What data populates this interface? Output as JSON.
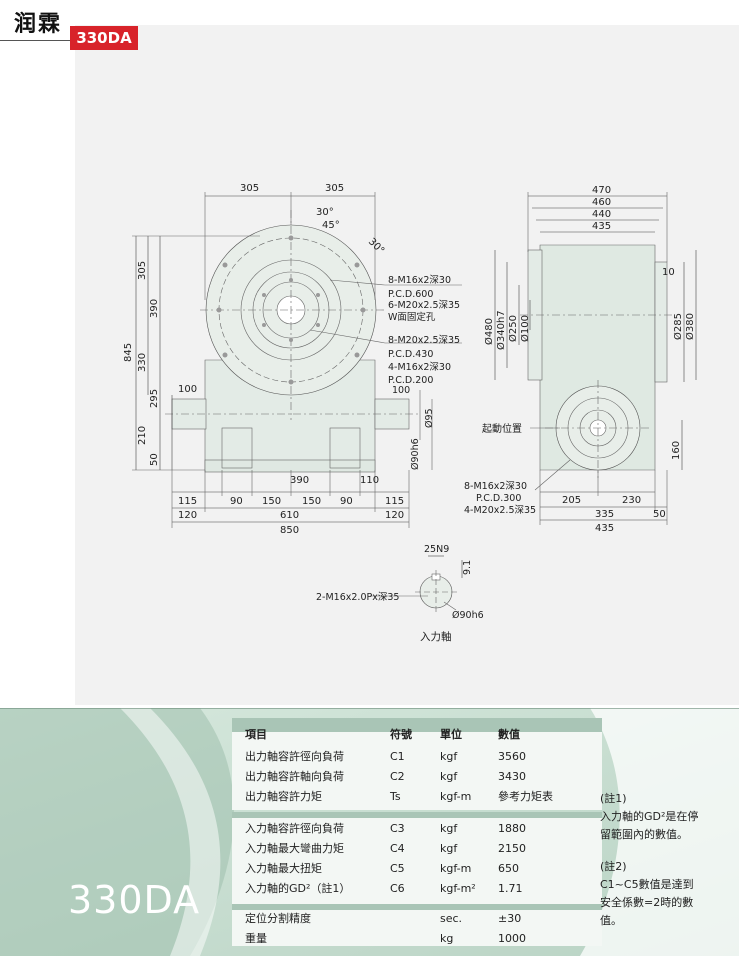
{
  "header": {
    "brand": "润霖",
    "model_tab": "330DA"
  },
  "front_view": {
    "top_dims": [
      "305",
      "305"
    ],
    "angles": [
      "30°",
      "45°",
      "30°"
    ],
    "left_dims": [
      "845",
      "305",
      "390",
      "330",
      "295",
      "210",
      "50"
    ],
    "shaft_dim": "100",
    "bottom_row1": [
      "115",
      "90",
      "150",
      "150",
      "90",
      "110",
      "115"
    ],
    "dim_390": "390",
    "bottom_row2": [
      "120",
      "610",
      "120"
    ],
    "bottom_total": "850",
    "callouts": [
      "8-M16x2深30",
      "P.C.D.600",
      "6-M20x2.5深35",
      "W面固定孔",
      "8-M20x2.5深35",
      "P.C.D.430",
      "4-M16x2深30",
      "P.C.D.200"
    ],
    "right_small": "100",
    "dia_95": "Ø95",
    "dia_90h6": "Ø90h6"
  },
  "side_view": {
    "top_dims": [
      "470",
      "460",
      "440",
      "435"
    ],
    "dim_10": "10",
    "left_dias": [
      "Ø480",
      "Ø340h7",
      "Ø250",
      "Ø100"
    ],
    "right_dias": [
      "Ø285",
      "Ø380"
    ],
    "start_label": "起動位置",
    "dim_160": "160",
    "callouts": [
      "8-M16x2深30",
      "P.C.D.300",
      "4-M20x2.5深35"
    ],
    "bottom_row": [
      "205",
      "230"
    ],
    "bottom_335": "335",
    "bottom_50": "50",
    "bottom_435": "435"
  },
  "shaft_detail": {
    "key": "25N9",
    "key_depth": "9.1",
    "thread": "2-M16x2.0Px深35",
    "dia": "Ø90h6",
    "label": "入力軸"
  },
  "spec": {
    "headers": {
      "item": "項目",
      "symbol": "符號",
      "unit": "單位",
      "value": "數值"
    },
    "rows": [
      {
        "item": "出力軸容許徑向負荷",
        "symbol": "C1",
        "unit": "kgf",
        "value": "3560"
      },
      {
        "item": "出力軸容許軸向負荷",
        "symbol": "C2",
        "unit": "kgf",
        "value": "3430"
      },
      {
        "item": "出力軸容許力矩",
        "symbol": "Ts",
        "unit": "kgf-m",
        "value": "參考力矩表"
      },
      {
        "item": "入力軸容許徑向負荷",
        "symbol": "C3",
        "unit": "kgf",
        "value": "1880"
      },
      {
        "item": "入力軸最大彎曲力矩",
        "symbol": "C4",
        "unit": "kgf",
        "value": "2150"
      },
      {
        "item": "入力軸最大扭矩",
        "symbol": "C5",
        "unit": "kgf-m",
        "value": "650"
      },
      {
        "item": "入力軸的GD²（註1）",
        "symbol": "C6",
        "unit": "kgf-m²",
        "value": "1.71"
      },
      {
        "item": "定位分割精度",
        "symbol": "",
        "unit": "sec.",
        "value": "±30"
      },
      {
        "item": "重量",
        "symbol": "",
        "unit": "kg",
        "value": "1000"
      }
    ],
    "notes": [
      "(註1)",
      "入力軸的GD²是在停",
      "留範圍內的數值。",
      "(註2)",
      "C1~C5數值是達到",
      "安全係數=2時的數",
      "值。"
    ],
    "model_big": "330DA",
    "colors": {
      "panel_green": "#cfe3d8",
      "row_band": "#a9c5b6",
      "accent_red": "#d8232a"
    }
  }
}
